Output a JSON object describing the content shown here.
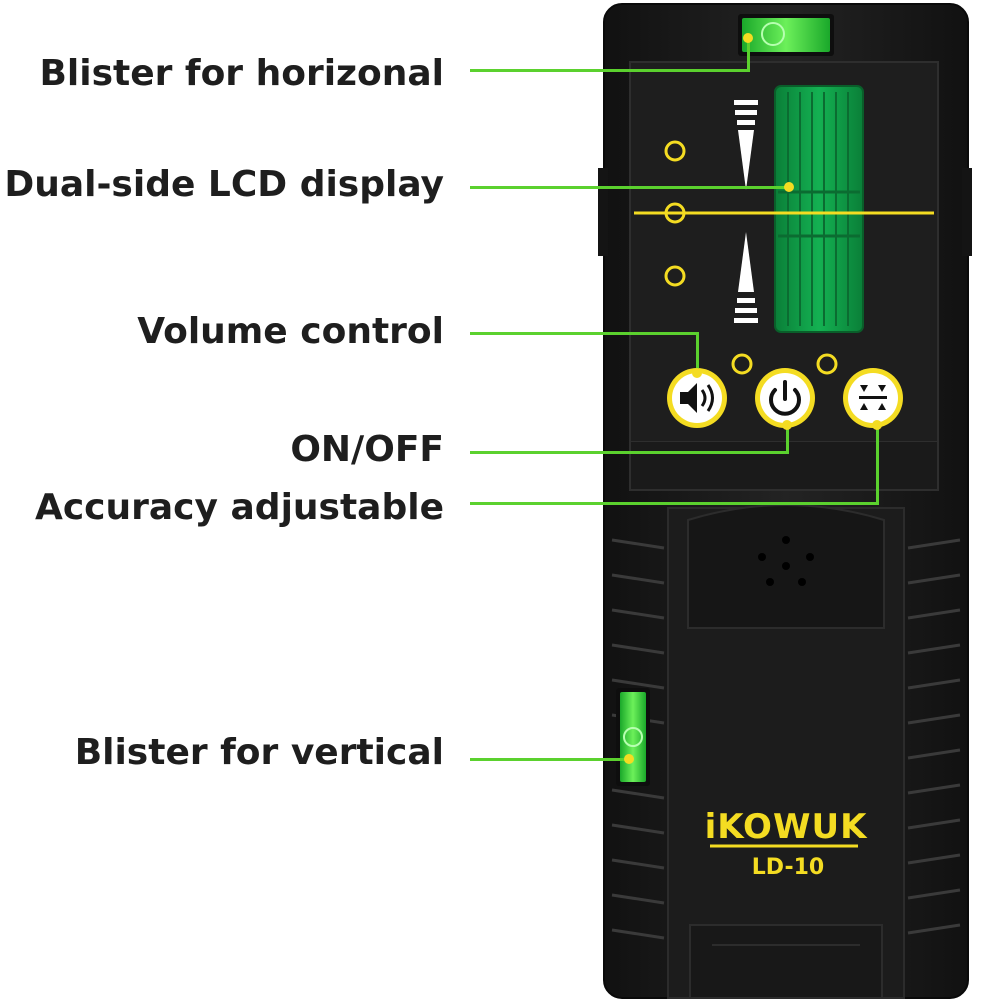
{
  "callouts": {
    "horizontal_blister": "Blister for horizonal",
    "lcd_display": "Dual-side LCD display",
    "volume_control": "Volume control",
    "on_off": "ON/OFF",
    "accuracy": "Accuracy adjustable",
    "vertical_blister": "Blister for vertical"
  },
  "device": {
    "brand": "iKOWUK",
    "model": "LD-10"
  },
  "colors": {
    "body": "#1b1b1b",
    "accent_yellow": "#f4dc22",
    "leader_green": "#5bd12e",
    "lcd_green": "#0f9a45",
    "vial_green": "#36d43a"
  }
}
